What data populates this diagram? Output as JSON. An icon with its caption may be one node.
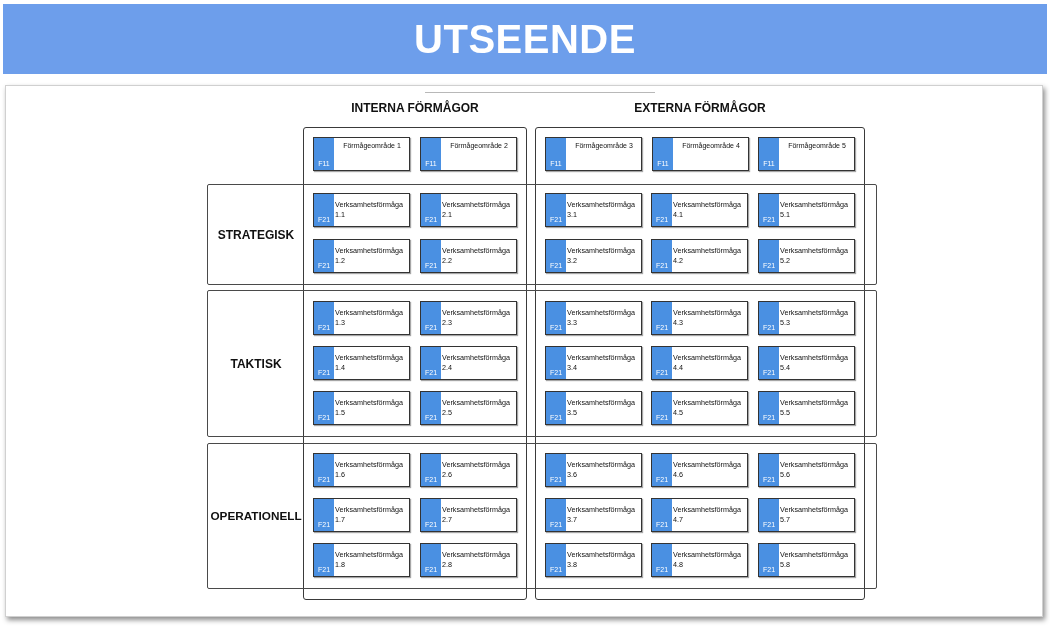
{
  "diagram": {
    "title": "UTSEENDE",
    "nodes": [
      {
        "text": [
          "INTERNA FÖRMÅGOR"
        ]
      },
      {
        "text": [
          "EXTERNA FÖRMÅGOR"
        ]
      },
      {
        "text": [
          "Förmågeområde 1",
          "F11"
        ],
        "in": 0
      },
      {
        "text": [
          "Förmågeområde 2",
          "F11"
        ],
        "in": 0
      },
      {
        "text": [
          "Förmågeområde 3",
          "F11"
        ],
        "in": 1
      },
      {
        "text": [
          "Förmågeområde 4",
          "F11"
        ],
        "in": 1
      },
      {
        "text": [
          "Förmågeområde 5",
          "F11"
        ],
        "in": 1
      },
      {
        "text": [
          "STRATEGISK"
        ]
      },
      {
        "text": [
          "TAKTISK"
        ]
      },
      {
        "text": [
          "OPERATIONELL"
        ]
      },
      {
        "text": [
          "Verksamhetsförmåga 1.1",
          "F21"
        ]
      },
      {
        "text": [
          "Verksamhetsförmåga 2.1",
          "F21"
        ]
      },
      {
        "text": [
          "Verksamhetsförmåga 3.1",
          "F21"
        ]
      },
      {
        "text": [
          "Verksamhetsförmåga 4.1",
          "F21"
        ]
      },
      {
        "text": [
          "Verksamhetsförmåga 5.1",
          "F21"
        ]
      },
      {
        "text": [
          "Verksamhetsförmåga 1.2",
          "F21"
        ]
      },
      {
        "text": [
          "Verksamhetsförmåga 2.2",
          "F21"
        ]
      },
      {
        "text": [
          "Verksamhetsförmåga 3.2",
          "F21"
        ]
      },
      {
        "text": [
          "Verksamhetsförmåga 4.2",
          "F21"
        ]
      },
      {
        "text": [
          "Verksamhetsförmåga 5.2",
          "F21"
        ]
      },
      {
        "text": [
          "Verksamhetsförmåga 1.3",
          "F21"
        ]
      },
      {
        "text": [
          "Verksamhetsförmåga 2.3",
          "F21"
        ]
      },
      {
        "text": [
          "Verksamhetsförmåga 3.3",
          "F21"
        ]
      },
      {
        "text": [
          "Verksamhetsförmåga 4.3",
          "F21"
        ]
      },
      {
        "text": [
          "Verksamhetsförmåga 5.3",
          "F21"
        ]
      },
      {
        "text": [
          "Verksamhetsförmåga 1.4",
          "F21"
        ]
      },
      {
        "text": [
          "Verksamhetsförmåga 2.4",
          "F21"
        ]
      },
      {
        "text": [
          "Verksamhetsförmåga 3.4",
          "F21"
        ]
      },
      {
        "text": [
          "Verksamhetsförmåga 4.4",
          "F21"
        ]
      },
      {
        "text": [
          "Verksamhetsförmåga 5.4",
          "F21"
        ]
      },
      {
        "text": [
          "Verksamhetsförmåga 1.5",
          "F21"
        ]
      },
      {
        "text": [
          "Verksamhetsförmåga 2.5",
          "F21"
        ]
      },
      {
        "text": [
          "Verksamhetsförmåga 3.5",
          "F21"
        ]
      },
      {
        "text": [
          "Verksamhetsförmåga 4.5",
          "F21"
        ]
      },
      {
        "text": [
          "Verksamhetsförmåga 5.5",
          "F21"
        ]
      },
      {
        "text": [
          "Verksamhetsförmåga 1.6",
          "F21"
        ]
      },
      {
        "text": [
          "Verksamhetsförmåga 2.6",
          "F21"
        ]
      },
      {
        "text": [
          "Verksamhetsförmåga 3.6",
          "F21"
        ]
      },
      {
        "text": [
          "Verksamhetsförmåga 4.6",
          "F21"
        ]
      },
      {
        "text": [
          "Verksamhetsförmåga 5.6",
          "F21"
        ]
      },
      {
        "text": [
          "Verksamhetsförmåga 1.7",
          "F21"
        ]
      },
      {
        "text": [
          "Verksamhetsförmåga 2.7",
          "F21"
        ]
      },
      {
        "text": [
          "Verksamhetsförmåga 3.7",
          "F21"
        ]
      },
      {
        "text": [
          "Verksamhetsförmåga 4.7",
          "F21"
        ]
      },
      {
        "text": [
          "Verksamhetsförmåga 5.7",
          "F21"
        ]
      },
      {
        "text": [
          "Verksamhetsförmåga 1.8",
          "F21"
        ]
      },
      {
        "text": [
          "Verksamhetsförmåga 2.8",
          "F21"
        ]
      },
      {
        "text": [
          "Verksamhetsförmåga 3.8",
          "F21"
        ]
      },
      {
        "text": [
          "Verksamhetsförmåga 4.8",
          "F21"
        ]
      },
      {
        "text": [
          "Verksamhetsförmåga 5.8",
          "F21"
        ]
      }
    ]
  }
}
